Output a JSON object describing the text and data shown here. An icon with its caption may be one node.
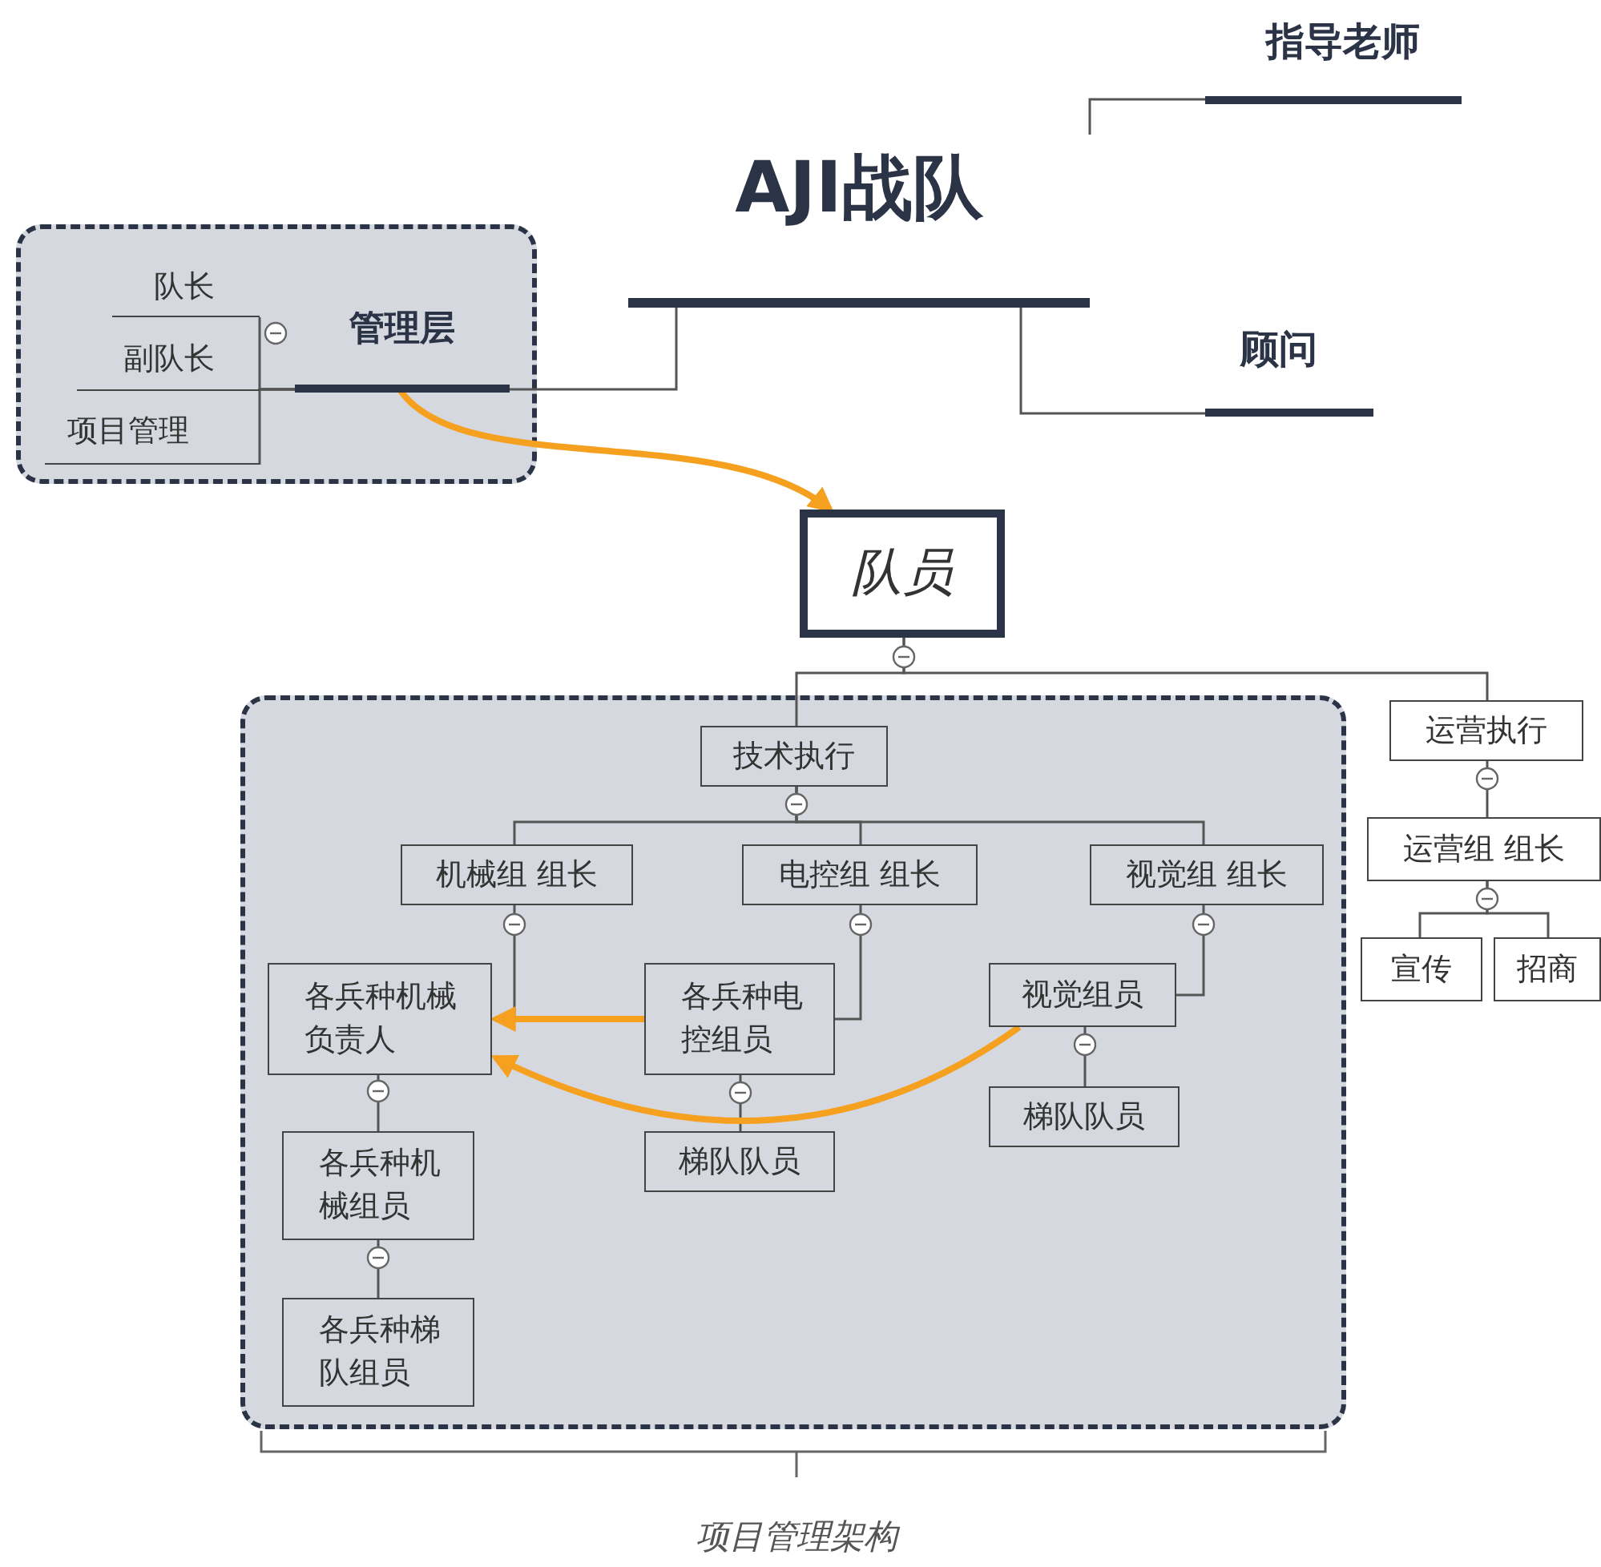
{
  "diagram": {
    "nodes": [
      {
        "text": [
          "AJI战队"
        ]
      },
      {
        "text": [
          "指导老师"
        ]
      },
      {
        "text": [
          "顾问"
        ]
      },
      {
        "text": [],
        "shape": "box"
      },
      {
        "text": [
          "管理层"
        ],
        "in": 3
      },
      {
        "text": [
          "队长"
        ],
        "in": 3
      },
      {
        "text": [
          "副队长"
        ],
        "in": 3
      },
      {
        "text": [
          "项目管理"
        ],
        "in": 3
      },
      {
        "text": [
          "队员"
        ]
      },
      {
        "text": [],
        "shape": "box",
        "beside": [
          "项目管理架构"
        ]
      },
      {
        "text": [
          "技术执行"
        ],
        "in": 9
      },
      {
        "text": [
          "机械组 组长"
        ],
        "in": 9
      },
      {
        "text": [
          "电控组 组长"
        ],
        "in": 9
      },
      {
        "text": [
          "视觉组 组长"
        ],
        "in": 9
      },
      {
        "text": [
          "各兵种机械负责人"
        ],
        "in": 9
      },
      {
        "text": [
          "各兵种电控组员"
        ],
        "in": 9
      },
      {
        "text": [
          "视觉组员"
        ],
        "in": 9
      },
      {
        "text": [
          "各兵种机械组员"
        ],
        "in": 9
      },
      {
        "text": [
          "梯队队员"
        ],
        "in": 9
      },
      {
        "text": [
          "梯队队员"
        ],
        "in": 9
      },
      {
        "text": [
          "各兵种梯队组员"
        ],
        "in": 9
      },
      {
        "text": [
          "运营执行"
        ]
      },
      {
        "text": [
          "运营组 组长"
        ]
      },
      {
        "text": [
          "宣传"
        ]
      },
      {
        "text": [
          "招商"
        ]
      }
    ],
    "edges": [
      {
        "from": 0,
        "to": 1,
        "arrow": "none"
      },
      {
        "from": 0,
        "to": 2,
        "arrow": "none"
      },
      {
        "from": 0,
        "to": 4,
        "arrow": "none"
      },
      {
        "from": 4,
        "to": 5,
        "arrow": "none"
      },
      {
        "from": 4,
        "to": 6,
        "arrow": "none"
      },
      {
        "from": 4,
        "to": 7,
        "arrow": "none"
      },
      {
        "from": 4,
        "to": 8,
        "arrow": "to",
        "style": "thick",
        "color": "#f5a01e"
      },
      {
        "from": 8,
        "to": 10,
        "arrow": "none"
      },
      {
        "from": 8,
        "to": 21,
        "arrow": "none"
      },
      {
        "from": 10,
        "to": 11,
        "arrow": "none"
      },
      {
        "from": 10,
        "to": 12,
        "arrow": "none"
      },
      {
        "from": 10,
        "to": 13,
        "arrow": "none"
      },
      {
        "from": 11,
        "to": 14,
        "arrow": "none"
      },
      {
        "from": 12,
        "to": 15,
        "arrow": "none"
      },
      {
        "from": 13,
        "to": 16,
        "arrow": "none"
      },
      {
        "from": 14,
        "to": 17,
        "arrow": "none"
      },
      {
        "from": 17,
        "to": 20,
        "arrow": "none"
      },
      {
        "from": 15,
        "to": 18,
        "arrow": "none"
      },
      {
        "from": 16,
        "to": 19,
        "arrow": "none"
      },
      {
        "from": 15,
        "to": 14,
        "arrow": "to",
        "style": "thick",
        "color": "#f5a01e"
      },
      {
        "from": 16,
        "to": 14,
        "arrow": "to",
        "style": "thick",
        "color": "#f5a01e"
      },
      {
        "from": 21,
        "to": 22,
        "arrow": "none"
      },
      {
        "from": 22,
        "to": 23,
        "arrow": "none"
      },
      {
        "from": 22,
        "to": 24,
        "arrow": "none"
      }
    ]
  }
}
